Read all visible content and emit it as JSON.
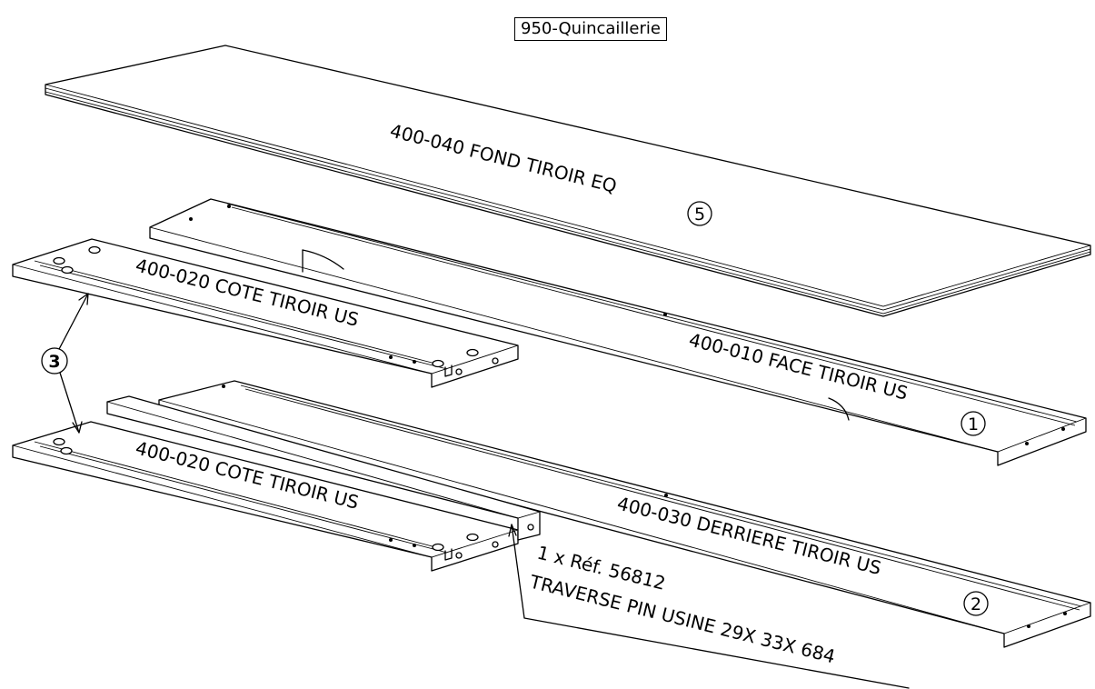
{
  "header": {
    "title": "950-Quincaillerie"
  },
  "parts": {
    "bottom_panel": {
      "label": "400-040 FOND TIROIR EQ",
      "balloon": "5"
    },
    "front": {
      "label": "400-010 FACE TIROIR US",
      "balloon": "1"
    },
    "side_upper": {
      "label": "400-020 COTE TIROIR US"
    },
    "side_lower": {
      "label": "400-020 COTE TIROIR US"
    },
    "back": {
      "label": "400-030 DERRIERE TIROIR US",
      "balloon": "2"
    },
    "sides_balloon": "3"
  },
  "hardware_note": {
    "line1": "1 x Réf. 56812",
    "line2": "TRAVERSE PIN USINE 29X 33X 684"
  }
}
